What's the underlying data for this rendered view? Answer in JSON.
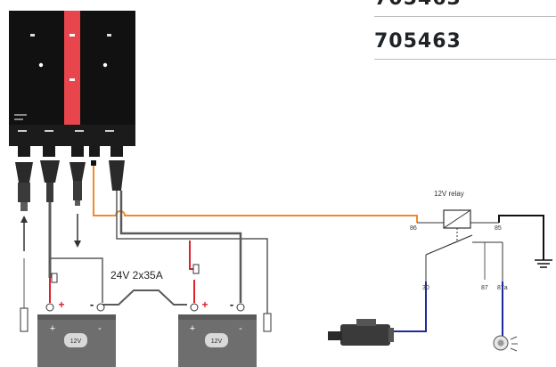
{
  "product_table": {
    "rows": [
      "705463",
      "705463"
    ]
  },
  "wiring": {
    "series_label": "24V  2x35A",
    "relay_label": "12V relay",
    "relay_pins": {
      "p86": "86",
      "p85": "85",
      "p30": "30",
      "p87": "87",
      "p87a": "87a"
    },
    "battery_label": "12V",
    "plus_symbol": "+",
    "minus_symbol": "-"
  },
  "colors": {
    "unit_body": "#111111",
    "unit_stripe": "#e8454d",
    "wire_orange": "#f08a2c",
    "wire_grey": "#5a5a5a",
    "wire_red": "#e0202a",
    "wire_blue": "#1f2a9a",
    "wire_black": "#111111",
    "battery_body": "#6e6e6e"
  },
  "icons": [
    "charger-unit-icon",
    "cable-plug-icon",
    "arrow-up-icon",
    "arrow-down-icon",
    "battery-icon",
    "fuse-icon",
    "relay-icon",
    "ground-icon",
    "motor-icon",
    "lamp-icon"
  ]
}
